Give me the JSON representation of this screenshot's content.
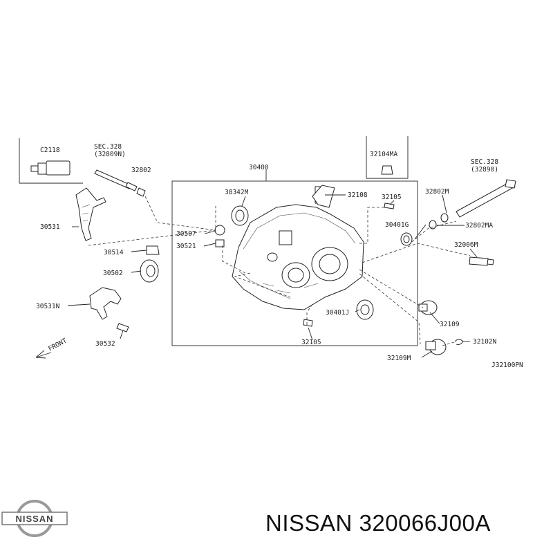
{
  "diagram": {
    "labels": {
      "c2118": "C2118",
      "sec328_left": "SEC.328",
      "sec328_left_ref": "(32809N)",
      "p32802": "32802",
      "p30400": "30400",
      "p38342m": "38342M",
      "p32108": "32108",
      "p32105_top": "32105",
      "p32104ma": "32104MA",
      "sec328_right": "SEC.328",
      "sec328_right_ref": "(32890)",
      "p32802m": "32802M",
      "p30401g": "30401G",
      "p32802ma": "32802MA",
      "p32006m": "32006M",
      "p30531": "30531",
      "p30507": "30507",
      "p30514": "30514",
      "p30521": "30521",
      "p30502": "30502",
      "p30531n": "30531N",
      "p30401j": "30401J",
      "p32109": "32109",
      "p32102n": "32102N",
      "p30532": "30532",
      "p32105_bottom": "32105",
      "p32109m": "32109M",
      "front": "FRONT",
      "drawing_code": "J32100PN"
    }
  },
  "logo": {
    "text": "NISSAN"
  },
  "caption": {
    "text": "NISSAN 320066J00A"
  }
}
